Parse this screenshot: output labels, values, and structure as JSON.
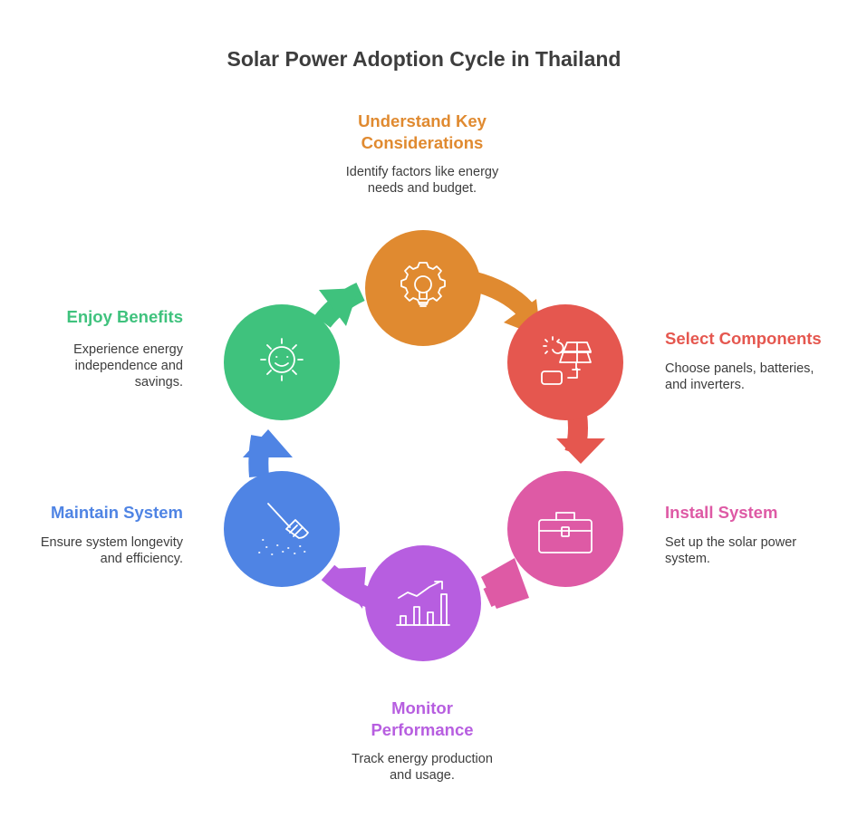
{
  "title": "Solar Power Adoption Cycle in Thailand",
  "colors": {
    "understand": "#e08a30",
    "select": "#e5574f",
    "install": "#de5aa5",
    "monitor": "#b75ee0",
    "maintain": "#4f84e4",
    "enjoy": "#3fc27d"
  },
  "steps": [
    {
      "id": "understand",
      "label": "Understand Key\nConsiderations",
      "description": "Identify factors like energy\nneeds and budget.",
      "icon": "lightbulb-gear-icon"
    },
    {
      "id": "select",
      "label": "Select Components",
      "description": "Choose panels, batteries,\nand inverters.",
      "icon": "solar-panel-battery-icon"
    },
    {
      "id": "install",
      "label": "Install System",
      "description": "Set up the solar power\nsystem.",
      "icon": "toolbox-icon"
    },
    {
      "id": "monitor",
      "label": "Monitor\nPerformance",
      "description": "Track energy production\nand usage.",
      "icon": "growth-chart-icon"
    },
    {
      "id": "maintain",
      "label": "Maintain System",
      "description": "Ensure system longevity\nand efficiency.",
      "icon": "rake-icon"
    },
    {
      "id": "enjoy",
      "label": "Enjoy Benefits",
      "description": "Experience energy\nindependence and\nsavings.",
      "icon": "smiling-sun-icon"
    }
  ]
}
